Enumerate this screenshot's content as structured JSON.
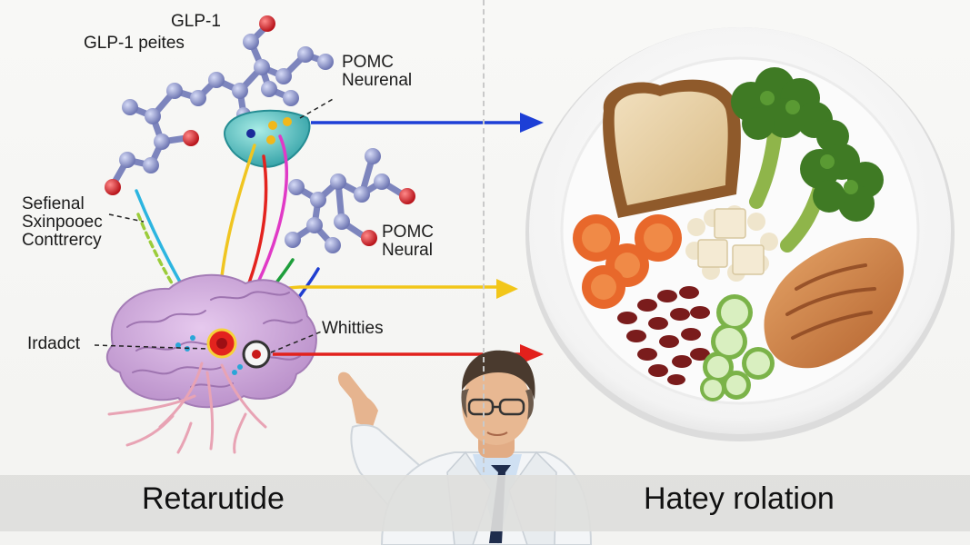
{
  "labels": {
    "glp1": "GLP-1",
    "glp1_peptides": "GLP-1 peites",
    "pomc_top_line1": "POMC",
    "pomc_top_line2": "Neurenal",
    "sefienal_line1": "Sefienal",
    "sefienal_line2": "Sxinpooec",
    "sefienal_line3": "Conttrercy",
    "pomc_mid_line1": "POMC",
    "pomc_mid_line2": "Neural",
    "irdadct": "Irdadct",
    "whitties": "Whitties"
  },
  "captions": {
    "left": "Retarutide",
    "right": "Hatey rolation"
  },
  "colors": {
    "arrow_top": "#1d3fd6",
    "arrow_mid": "#f2c619",
    "arrow_bottom": "#e2211c",
    "brain": "#cda6d8",
    "molecule": "#8a92c8",
    "molecule_oxygen": "#d3242a",
    "neuron_body": "#5cc6c4",
    "plate": "#ffffff"
  },
  "icons": [
    "molecule-icon",
    "brain-icon",
    "neuron-icon",
    "plate-icon",
    "scientist-icon"
  ]
}
